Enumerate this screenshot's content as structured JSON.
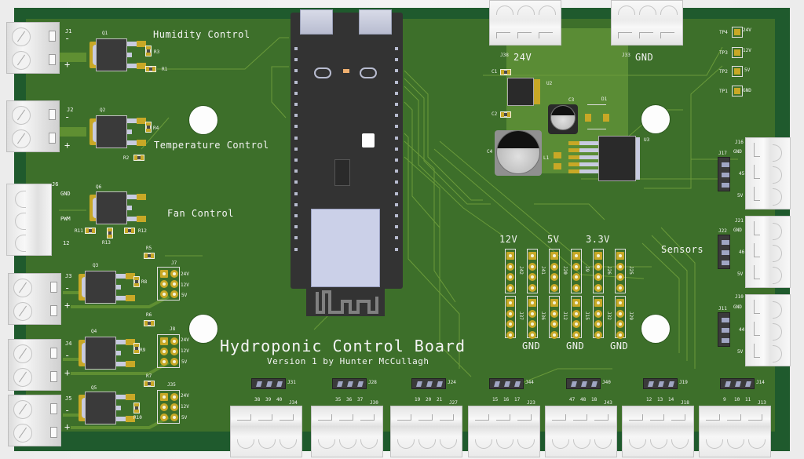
{
  "board": {
    "title": "Hydroponic Control Board",
    "subtitle": "Version 1 by Hunter McCullagh",
    "colors": {
      "soldermask": "#3d6f2a",
      "edge": "#1f5a2d",
      "power_pour": "#5a8c35",
      "silkscreen": "#f4f4f4",
      "pad_gold": "#c8a826",
      "module": "#333333"
    }
  },
  "sections": {
    "humidity": "Humidity Control",
    "temperature": "Temperature Control",
    "fan": "Fan Control",
    "sensors": "Sensors"
  },
  "left_outputs": [
    {
      "connector": "J1",
      "mosfet": "Q1",
      "res_a": "R3",
      "res_b": "R1",
      "minus": "-",
      "plus": "+"
    },
    {
      "connector": "J2",
      "mosfet": "Q2",
      "res_a": "R4",
      "res_b": "R2",
      "minus": "-",
      "plus": "+"
    },
    {
      "connector": "J3",
      "mosfet": "Q3",
      "res_a": "R8",
      "res_b": "R5",
      "minus": "-",
      "plus": "+",
      "selector": "J7"
    },
    {
      "connector": "J4",
      "mosfet": "Q4",
      "res_a": "R9",
      "res_b": "R6",
      "minus": "-",
      "plus": "+",
      "selector": "J8"
    },
    {
      "connector": "J5",
      "mosfet": "Q5",
      "res_a": "R10",
      "res_b": "R7",
      "minus": "-",
      "plus": "+",
      "selector": "J35"
    }
  ],
  "fan": {
    "connector": "J6",
    "mosfet": "Q6",
    "pins": [
      "GND",
      "PWM",
      "12"
    ],
    "resistors": [
      "R11",
      "R13",
      "R12"
    ]
  },
  "voltage_selector_labels": [
    "24V",
    "12V",
    "5V"
  ],
  "power": {
    "in_24v": {
      "connector": "J38",
      "label": "24V"
    },
    "in_gnd": {
      "connector": "J33",
      "label": "GND"
    },
    "parts": {
      "c1": "C1",
      "c2": "C2",
      "c3": "C3",
      "c4": "C4",
      "u2": "U2",
      "u3": "U3",
      "d1": "D1",
      "l1": "L1"
    }
  },
  "test_points": [
    {
      "id": "TP4",
      "label": "24V"
    },
    {
      "id": "TP3",
      "label": "12V"
    },
    {
      "id": "TP2",
      "label": "5V"
    },
    {
      "id": "TP1",
      "label": "GND"
    }
  ],
  "rails": {
    "top_labels": [
      "12V",
      "5V",
      "3.3V"
    ],
    "bottom_labels": [
      "GND",
      "GND",
      "GND"
    ],
    "headers_top": [
      "J42",
      "J41",
      "J20",
      "J9",
      "J26",
      "J25"
    ],
    "headers_bottom": [
      "J37",
      "J36",
      "J12",
      "J15",
      "J32",
      "J29"
    ]
  },
  "sensor_ports": [
    {
      "connector": "J16",
      "header": "J17",
      "pins": [
        "GND",
        "45",
        "5V"
      ]
    },
    {
      "connector": "J21",
      "header": "J22",
      "pins": [
        "GND",
        "46",
        "5V"
      ]
    },
    {
      "connector": "J10",
      "header": "J11",
      "pins": [
        "GND",
        "44",
        "5V"
      ]
    }
  ],
  "bottom_ports": [
    {
      "header": "J31",
      "connector": "J34",
      "pins": [
        "38",
        "39",
        "40"
      ]
    },
    {
      "header": "J28",
      "connector": "J30",
      "pins": [
        "35",
        "36",
        "37"
      ]
    },
    {
      "header": "J24",
      "connector": "J27",
      "pins": [
        "19",
        "20",
        "21"
      ]
    },
    {
      "header": "J44",
      "connector": "J23",
      "pins": [
        "15",
        "16",
        "17"
      ]
    },
    {
      "header": "J40",
      "connector": "J43",
      "pins": [
        "47",
        "48",
        "18"
      ]
    },
    {
      "header": "J19",
      "connector": "J18",
      "pins": [
        "12",
        "13",
        "14"
      ]
    },
    {
      "header": "J14",
      "connector": "J13",
      "pins": [
        "9",
        "10",
        "11"
      ]
    }
  ]
}
